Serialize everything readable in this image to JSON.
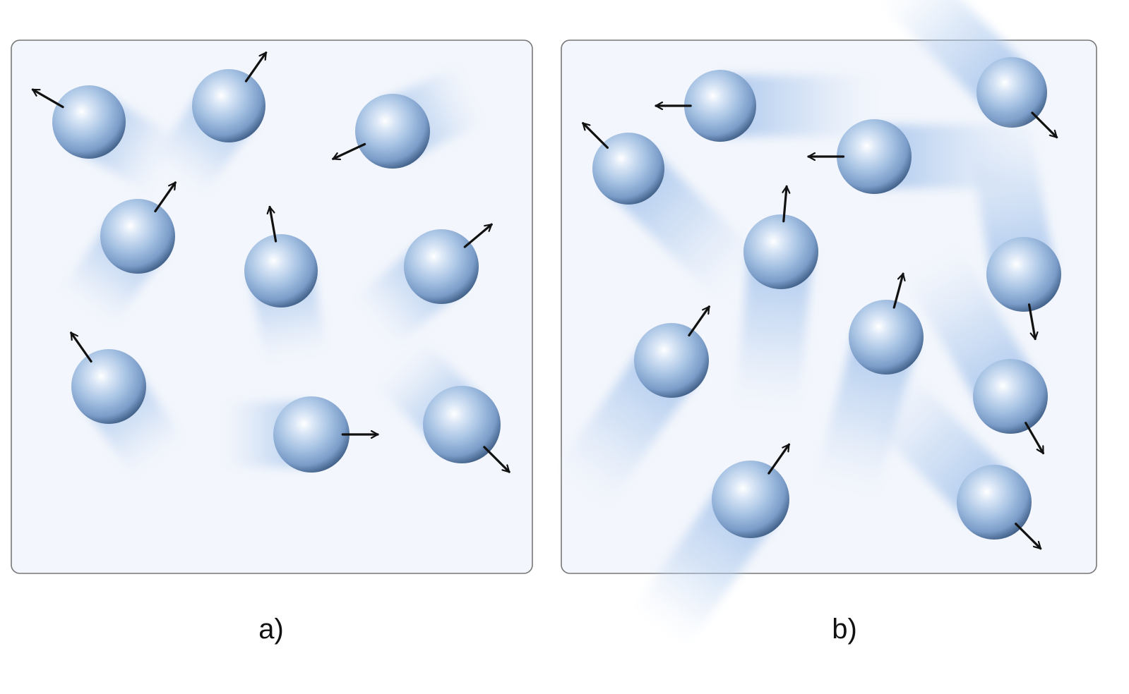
{
  "panels": [
    {
      "label": "a)",
      "particles": [
        {
          "arrow_direction_deg": 150
        },
        {
          "arrow_direction_deg": 55
        },
        {
          "arrow_direction_deg": 205
        },
        {
          "arrow_direction_deg": 55
        },
        {
          "arrow_direction_deg": 100
        },
        {
          "arrow_direction_deg": 40
        },
        {
          "arrow_direction_deg": 125
        },
        {
          "arrow_direction_deg": 0
        },
        {
          "arrow_direction_deg": 315
        }
      ]
    },
    {
      "label": "b)",
      "particles": [
        {
          "arrow_direction_deg": 180
        },
        {
          "arrow_direction_deg": 315
        },
        {
          "arrow_direction_deg": 135
        },
        {
          "arrow_direction_deg": 180
        },
        {
          "arrow_direction_deg": 85
        },
        {
          "arrow_direction_deg": 280
        },
        {
          "arrow_direction_deg": 55
        },
        {
          "arrow_direction_deg": 75
        },
        {
          "arrow_direction_deg": 300
        },
        {
          "arrow_direction_deg": 55
        },
        {
          "arrow_direction_deg": 315
        }
      ]
    }
  ],
  "colors": {
    "panel_background": "#f3f6fc",
    "panel_border": "#777777",
    "sphere_highlight": "#ffffff",
    "sphere_mid": "#a6c2e3",
    "sphere_base": "#7a9cc8",
    "sphere_edge": "#45648c",
    "trail": "#9bbde9",
    "arrow": "#111111",
    "caption": "#111111"
  }
}
